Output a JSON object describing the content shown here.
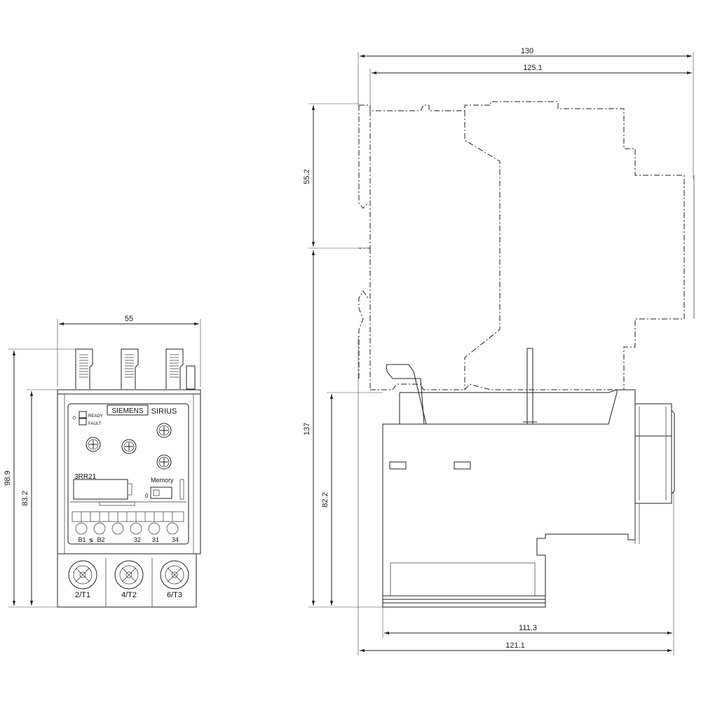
{
  "front_view": {
    "dims": {
      "width": "55",
      "height_total": "98.9",
      "height_body": "83.2"
    },
    "labels": {
      "brand": "SIEMENS",
      "series": "SIRIUS",
      "led_ready": "READY",
      "led_fault": "FAULT",
      "model": "3RR21",
      "memory": "Memory",
      "switch_off": "0",
      "ctrl_b1": "B1",
      "ctrl_sep": "≶",
      "ctrl_b2": "B2",
      "ctrl_32": "32",
      "ctrl_31": "31",
      "ctrl_34": "34",
      "t1": "2/T1",
      "t2": "4/T2",
      "t3": "6/T3"
    }
  },
  "side_view": {
    "dims": {
      "top_130": "130",
      "top_125": "125.1",
      "left_55": "55.2",
      "left_137": "137",
      "left_82": "82.2",
      "bottom_111": "111.3",
      "bottom_121": "121.1"
    }
  }
}
